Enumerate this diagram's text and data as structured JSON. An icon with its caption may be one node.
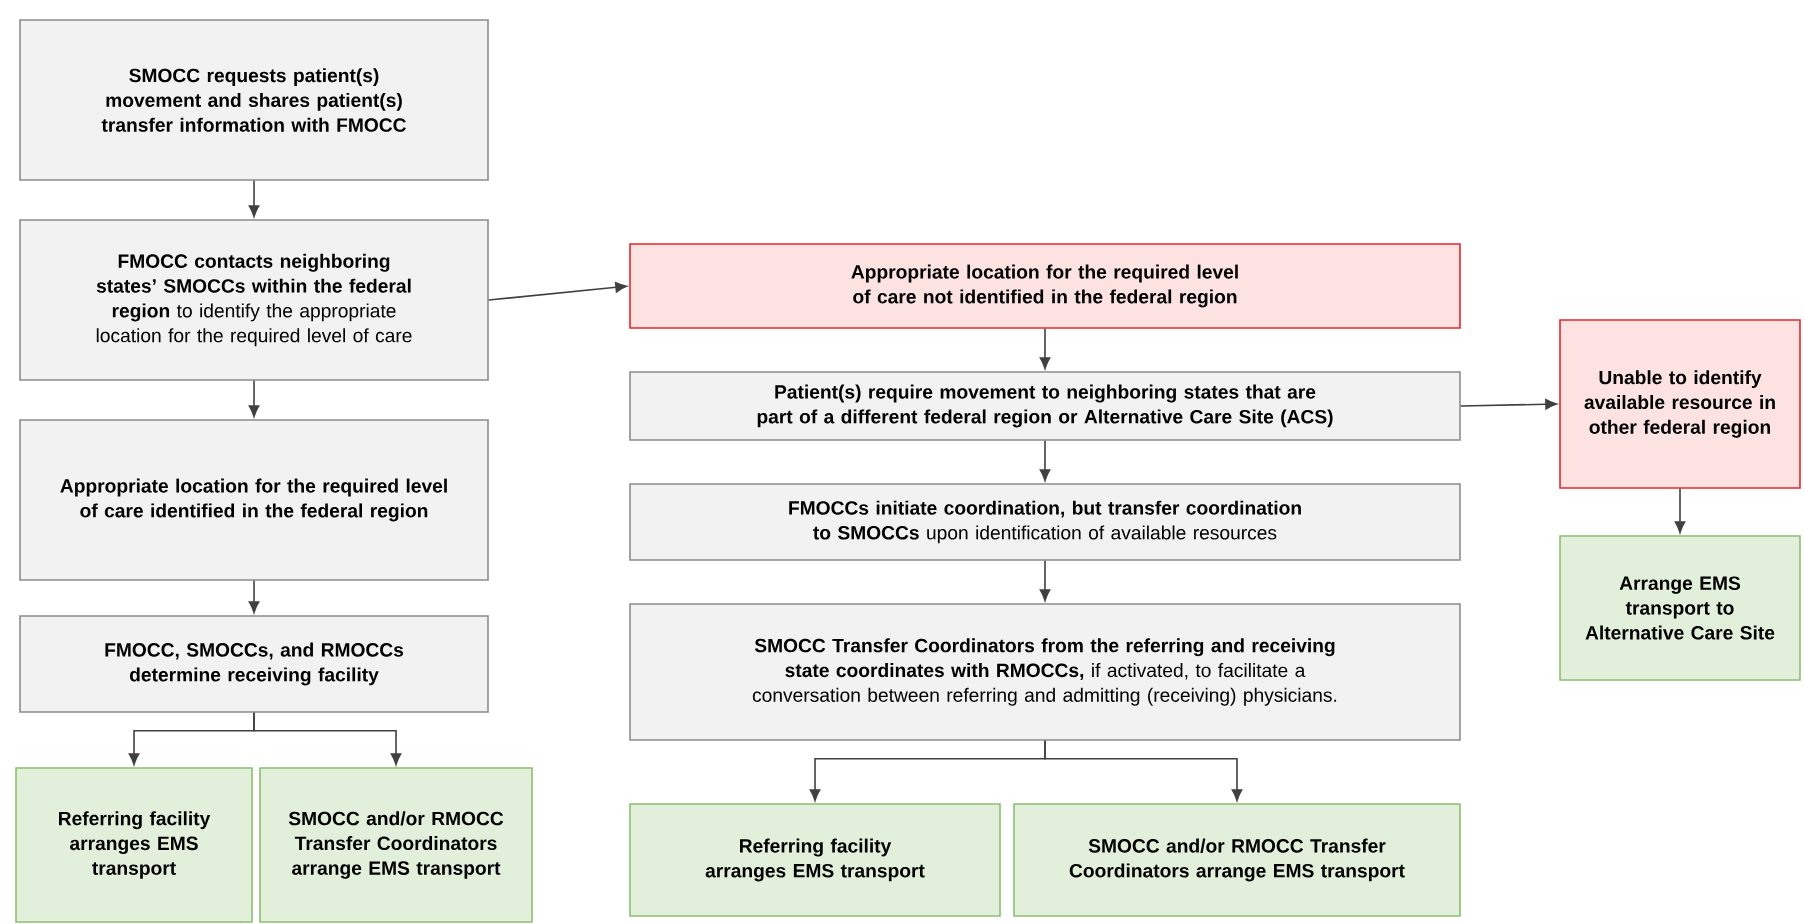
{
  "diagram": {
    "nodes": [
      {
        "text": [
          "SMOCC requests patient(s) movement and shares patient(s) transfer information with FMOCC"
        ]
      },
      {
        "text": [
          "**FMOCC contacts neighboring states’ SMOCCs within the federal region** to identify the appropriate location for the required level of care"
        ]
      },
      {
        "text": [
          "Appropriate location for the required level of care identified in the federal region"
        ]
      },
      {
        "text": [
          "FMOCC, SMOCCs, and RMOCCs determine receiving facility"
        ]
      },
      {
        "text": [
          "Referring facility arranges EMS transport"
        ]
      },
      {
        "text": [
          "SMOCC and/or RMOCC Transfer Coordinators arrange EMS transport"
        ]
      },
      {
        "text": [
          "Appropriate location for the required level of care not identified in the federal region"
        ]
      },
      {
        "text": [
          "Patient(s) require movement to neighboring states that are part of a different federal region or Alternative Care Site (ACS)"
        ]
      },
      {
        "text": [
          "**FMOCCs initiate coordination, but transfer coordination to SMOCCs** upon identification of available resources"
        ]
      },
      {
        "text": [
          "**SMOCC Transfer Coordinators from the referring and receiving state coordinates with RMOCCs,** if activated, to facilitate a conversation between referring and admitting (receiving) physicians."
        ]
      },
      {
        "text": [
          "Referring facility arranges EMS transport"
        ]
      },
      {
        "text": [
          "SMOCC and/or RMOCC Transfer Coordinators arrange EMS transport"
        ]
      },
      {
        "text": [
          "Unable to identify available resource in other federal region"
        ]
      },
      {
        "text": [
          "Arrange EMS transport to Alternative Care Site"
        ]
      }
    ],
    "edges": [
      {
        "from": 0,
        "to": 1,
        "arrow": "to"
      },
      {
        "from": 1,
        "to": 2,
        "arrow": "to"
      },
      {
        "from": 2,
        "to": 3,
        "arrow": "to"
      },
      {
        "from": 3,
        "to": 4,
        "arrow": "to"
      },
      {
        "from": 3,
        "to": 5,
        "arrow": "to"
      },
      {
        "from": 1,
        "to": 6,
        "arrow": "to"
      },
      {
        "from": 6,
        "to": 7,
        "arrow": "to"
      },
      {
        "from": 7,
        "to": 8,
        "arrow": "to"
      },
      {
        "from": 8,
        "to": 9,
        "arrow": "to"
      },
      {
        "from": 9,
        "to": 10,
        "arrow": "to"
      },
      {
        "from": 9,
        "to": 11,
        "arrow": "to"
      },
      {
        "from": 7,
        "to": 12,
        "arrow": "to"
      },
      {
        "from": 12,
        "to": 13,
        "arrow": "to"
      }
    ]
  }
}
